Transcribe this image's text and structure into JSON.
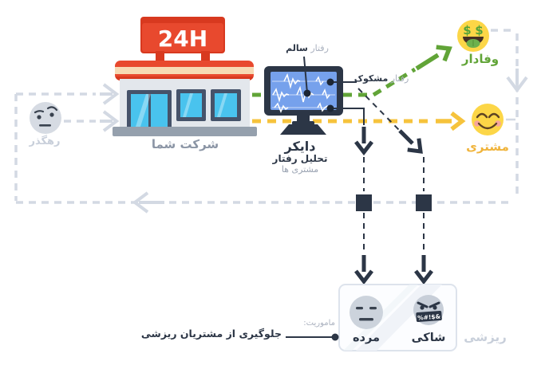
{
  "store": {
    "sign": "24H",
    "label": "شرکت شما"
  },
  "analyzer": {
    "name": "دایکر",
    "subtitle1": "تحلیل رفتار",
    "subtitle2": "مشتری ها"
  },
  "behavior_labels": {
    "healthy_prefix": "رفتار",
    "healthy": "سالم",
    "suspicious_prefix": "رفتار",
    "suspicious": "مشکوک"
  },
  "personas": {
    "passerby": "رهگذر",
    "loyal": "وفادار",
    "customer": "مشتری",
    "dead": "مرده",
    "complainer": "شاکی",
    "churn_group": "ریزشی"
  },
  "mission": {
    "prefix": "ماموریت:",
    "text": "جلوگیری از مشتریان ریزشی"
  },
  "emoji": {
    "dollar_eye": "$",
    "censored": "%#!$&"
  },
  "colors": {
    "dark": "#2c3646",
    "gray_dash": "#d3d9e3",
    "light_text": "#c8cfda",
    "mid_text": "#8b95a5",
    "green": "#61a437",
    "amber": "#f0b43c",
    "red": "#e8492e",
    "red_dark": "#d8391f",
    "cream": "#f7dab4",
    "screen_blue": "#76a1ec",
    "glass": "#49c3ee",
    "emoji_yellow": "#fcd647",
    "emoji_gray": "#ccd3dc"
  }
}
